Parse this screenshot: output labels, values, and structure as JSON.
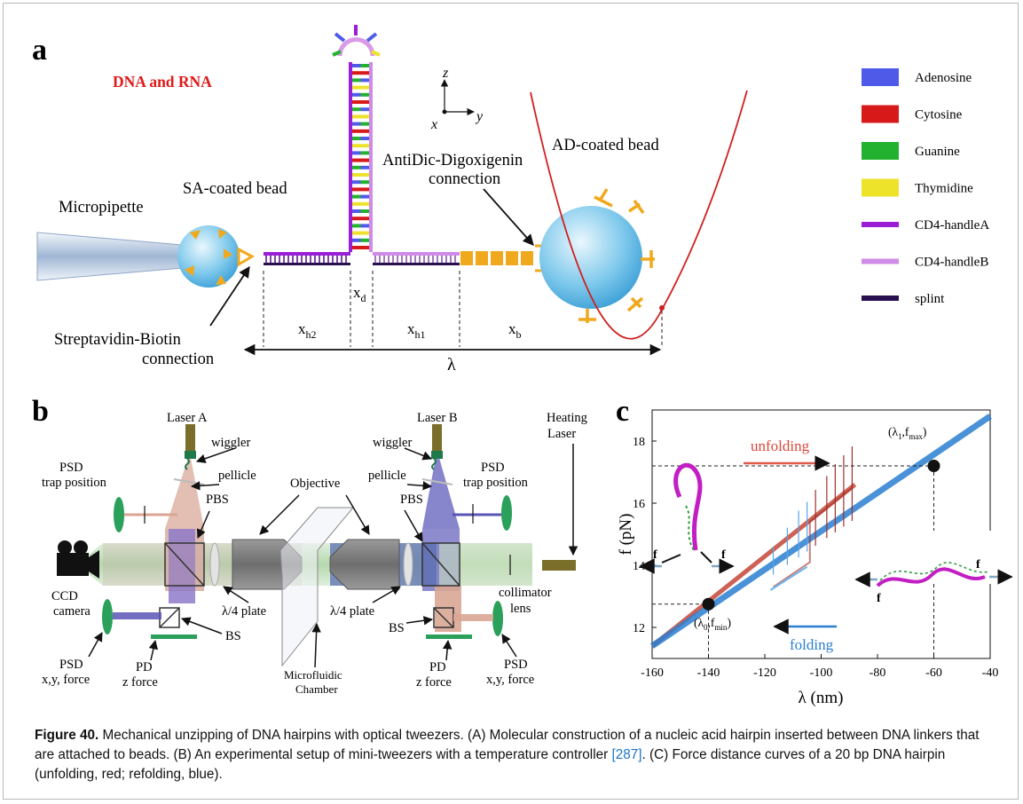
{
  "panel_a": {
    "letter": "a",
    "title": "DNA and RNA",
    "labels": {
      "micropipette": "Micropipette",
      "sa_bead": "SA-coated bead",
      "ad_bead": "AD-coated bead",
      "antidig_1": "AntiDic-Digoxigenin",
      "antidig_2": "connection",
      "strept_1": "Streptavidin-Biotin",
      "strept_2": "connection",
      "xd": "x",
      "xd_sub": "d",
      "xh2": "x",
      "xh2_sub": "h2",
      "xh1": "x",
      "xh1_sub": "h1",
      "xb": "x",
      "xb_sub": "b",
      "lambda": "λ",
      "axis_z": "z",
      "axis_x": "x",
      "axis_y": "y"
    },
    "legend": [
      {
        "label": "Adenosine",
        "color": "#4f5be8"
      },
      {
        "label": "Cytosine",
        "color": "#d81919"
      },
      {
        "label": "Guanine",
        "color": "#22b230"
      },
      {
        "label": "Thymidine",
        "color": "#ece32a"
      },
      {
        "label": "CD4-handleA",
        "color": "#9a1ed6"
      },
      {
        "label": "CD4-handleB",
        "color": "#d08be8"
      },
      {
        "label": "splint",
        "color": "#2a0f4f"
      }
    ]
  },
  "panel_b": {
    "letter": "b",
    "labels": {
      "laser_a": "Laser A",
      "laser_b": "Laser B",
      "heating_1": "Heating",
      "heating_2": "Laser",
      "wiggler_l": "wiggler",
      "wiggler_r": "wiggler",
      "psd_tp_l1": "PSD",
      "psd_tp_l2": "trap position",
      "psd_tp_r1": "PSD",
      "psd_tp_r2": "trap position",
      "pellicle_l": "pellicle",
      "pellicle_r": "pellicle",
      "pbs_l": "PBS",
      "pbs_r": "PBS",
      "objective": "Objective",
      "ccd_1": "CCD",
      "ccd_2": "camera",
      "lambda4_l": "λ/4 plate",
      "lambda4_r": "λ/4 plate",
      "collimator_1": "collimator",
      "collimator_2": "lens",
      "bs_l": "BS",
      "bs_r": "BS",
      "psd_xy_l1": "PSD",
      "psd_xy_l2": "x,y, force",
      "psd_xy_r1": "PSD",
      "psd_xy_r2": "x,y, force",
      "pd_l1": "PD",
      "pd_l2": "z force",
      "pd_r1": "PD",
      "pd_r2": "z force",
      "chamber_1": "Microfluidic",
      "chamber_2": "Chamber"
    }
  },
  "chart_data": {
    "type": "line",
    "panel_letter": "c",
    "xlabel": "λ (nm)",
    "ylabel": "f (pN)",
    "xlim": [
      -160,
      -40
    ],
    "ylim": [
      11,
      19
    ],
    "xticks": [
      -160,
      -140,
      -120,
      -100,
      -80,
      -60,
      -40
    ],
    "yticks": [
      12,
      14,
      16,
      18
    ],
    "series": [
      {
        "name": "unfolding",
        "color": "#c0392b",
        "x": [
          -160,
          -88
        ],
        "y": [
          11.4,
          16.6
        ]
      },
      {
        "name": "folding",
        "color": "#2a7fd0",
        "x": [
          -160,
          -40
        ],
        "y": [
          11.4,
          18.8
        ]
      }
    ],
    "annotations": [
      {
        "text": "unfolding",
        "color": "#d9473a"
      },
      {
        "text": "folding",
        "color": "#2a7fd0"
      }
    ],
    "points": [
      {
        "label": "(λ1,fmax)",
        "x": -60,
        "y": 17.2
      },
      {
        "label": "(λ0,fmin)",
        "x": -140,
        "y": 12.75
      }
    ],
    "point_labels": {
      "p1_a": "(λ",
      "p1_sub1": "1",
      "p1_b": ",f",
      "p1_sub2": "max",
      "p1_c": ")",
      "p0_a": "(λ",
      "p0_sub1": "0",
      "p0_b": ",f",
      "p0_sub2": "min",
      "p0_c": ")"
    },
    "force_label": "f"
  },
  "caption": {
    "figure": "Figure 40.",
    "text_1": " Mechanical unzipping of DNA hairpins with optical tweezers. (A) Molecular construction of a nucleic acid hairpin inserted between DNA linkers that are attached to beads. (B) An experimental setup of mini-tweezers with a temperature controller ",
    "ref": "[287]",
    "text_2": ". (C) Force distance curves of a 20 bp DNA hairpin (unfolding, red; refolding, blue)."
  }
}
